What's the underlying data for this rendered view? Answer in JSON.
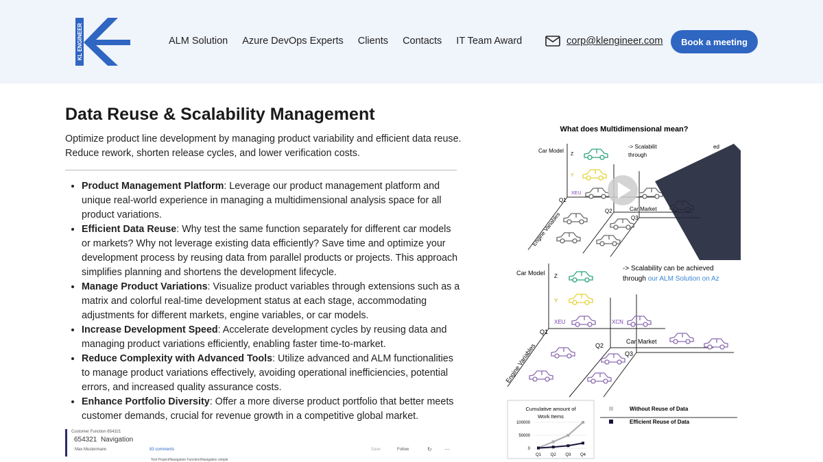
{
  "header": {
    "logo_text": "KL ENGINEER",
    "nav": [
      "ALM Solution",
      "Azure DevOps Experts",
      "Clients",
      "Contacts",
      "IT Team Award"
    ],
    "email": "corp@klengineer.com",
    "book_label": "Book a meeting",
    "brand_color": "#2f66c2"
  },
  "main": {
    "title": "Data Reuse & Scalability Management",
    "intro": "Optimize product line development by managing product variability and efficient data reuse. Reduce rework, shorten release cycles, and lower verification costs.",
    "bullets": [
      {
        "head": "Product Management Platform",
        "text": ": Leverage our product management platform and unique real-world experience in managing a multidimensional analysis space for all product variations."
      },
      {
        "head": "Efficient Data Reuse",
        "text": ": Why test the same function separately for different car models or markets? Why not leverage existing data efficiently? Save time and optimize your development process by reusing data from parallel products or projects. This approach simplifies planning and shortens the development lifecycle."
      },
      {
        "head": "Manage Product Variations",
        "text": ": Visualize product variables through extensions such as a matrix and colorful real-time development status at each stage, accommodating adjustments for different markets, engine variables, or car models."
      },
      {
        "head": "Increase Development Speed",
        "text": ": Accelerate development cycles by reusing data and managing product variations efficiently, enabling faster time-to-market."
      },
      {
        "head": "Reduce Complexity with Advanced Tools",
        "text": ": Utilize advanced and ALM functionalities to manage product variations effectively, avoiding operational inefficiencies, potential errors, and increased quality assurance costs."
      },
      {
        "head": "Enhance Portfolio Diversity",
        "text": ": Offer a more diverse product portfolio that better meets customer demands, crucial for revenue growth in a competitive global market."
      }
    ]
  },
  "screenshot": {
    "breadcrumb": "Customer Function 654321",
    "id": "654321",
    "name": "Navigation",
    "user": "Max Mustermann",
    "comments": "83 comments",
    "save": "Save",
    "follow": "Follow",
    "path": "Test Project/Navigation Function/Navigation simple"
  },
  "illustration": {
    "title": "What does Multidimensional mean?",
    "car_model": "Car Model",
    "z": "Z",
    "y": "Y",
    "xeu": "XEU",
    "xcn": "XCN",
    "q1": "Q1",
    "q2": "Q2",
    "q3": "Q3",
    "car_market": "Car Market",
    "engine": "Engine Variables",
    "scal1": "-> Scalability can be achieved",
    "scal2_a": "through ",
    "scal2_b": "our ALM Solution on Az",
    "top_scal1": "-> Scalabilit",
    "top_scal2": "through",
    "top_scal_end": "ed",
    "play_icon": "play-icon"
  },
  "chart_data": {
    "type": "line",
    "title": "Cumulative amount of Work Items",
    "categories": [
      "Q1",
      "Q2",
      "Q3",
      "Q4"
    ],
    "yticks": [
      "100000",
      "50000",
      "0"
    ],
    "ylim": [
      0,
      100000
    ],
    "legend_placement": "right",
    "series": [
      {
        "name": "Without Reuse of Data",
        "values": [
          2000,
          25000,
          50000,
          100000
        ],
        "color": "#aaaaaa"
      },
      {
        "name": "Efficient Reuse of Data",
        "values": [
          1000,
          5000,
          10000,
          20000
        ],
        "color": "#1a1238"
      }
    ]
  }
}
